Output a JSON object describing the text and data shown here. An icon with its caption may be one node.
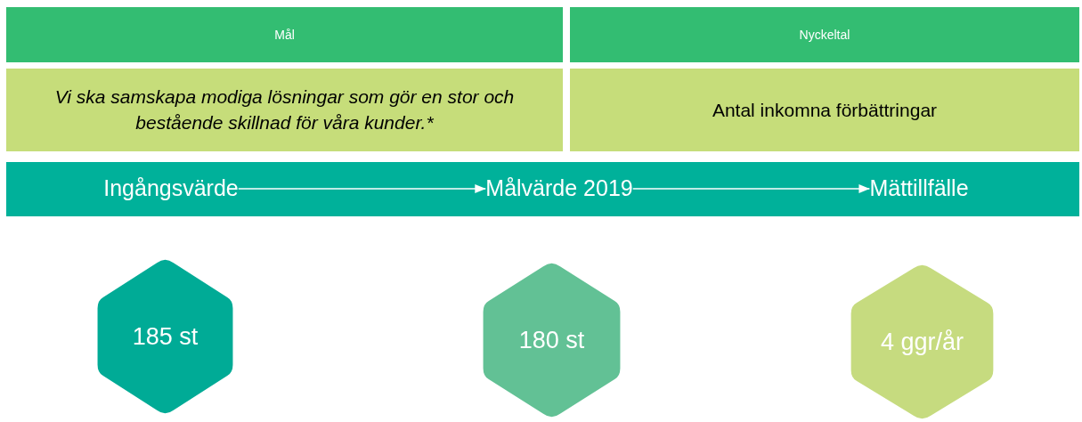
{
  "diagram": {
    "nodes": [
      {
        "text": [
          "Mål"
        ]
      },
      {
        "text": [
          "Nyckeltal"
        ]
      },
      {
        "text": [
          "Vi ska samskapa modiga lösningar som gör en stor och bestående skillnad för våra kunder.*"
        ]
      },
      {
        "text": [
          "Antal inkomna förbättringar"
        ]
      },
      {
        "text": [],
        "shape": "bar"
      },
      {
        "text": [
          "Ingångsvärde"
        ],
        "in": 4
      },
      {
        "text": [
          "Målvärde 2019"
        ],
        "in": 4
      },
      {
        "text": [
          "Mättillfälle"
        ],
        "in": 4
      },
      {
        "text": [
          "185 st"
        ]
      },
      {
        "text": [
          "180 st"
        ]
      },
      {
        "text": [
          "4 ggr/år"
        ]
      }
    ],
    "edges": [
      {
        "from": 5,
        "to": 6,
        "arrow": "to"
      },
      {
        "from": 6,
        "to": 7,
        "arrow": "to"
      }
    ]
  }
}
